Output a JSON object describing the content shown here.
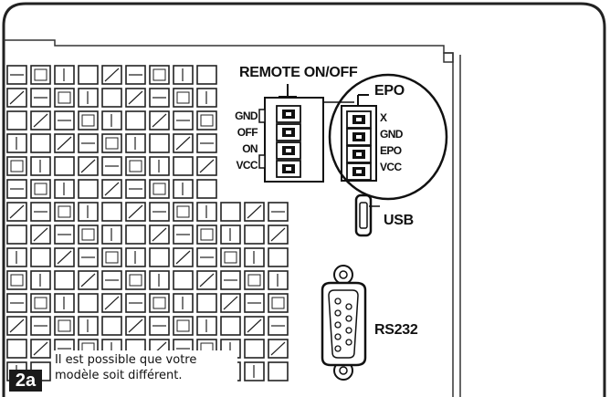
{
  "labels": {
    "remote": "REMOTE ON/OFF",
    "epo": "EPO",
    "usb": "USB",
    "rs232": "RS232"
  },
  "remote_pins": [
    "GND",
    "OFF",
    "ON",
    "VCC"
  ],
  "epo_pins": [
    "X",
    "GND",
    "EPO",
    "VCC"
  ],
  "caption": {
    "line1": "Il est possible que votre",
    "line2": "modèle soit différent."
  },
  "badge": "2a"
}
